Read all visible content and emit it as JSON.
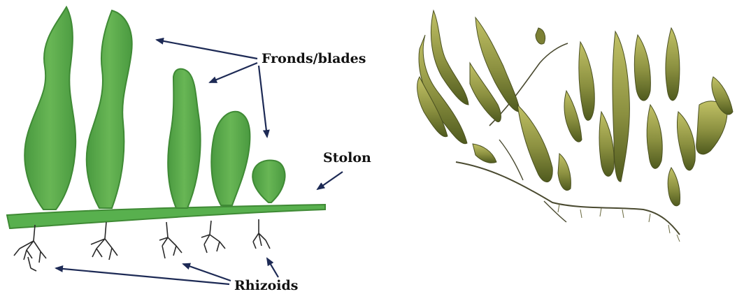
{
  "labels": {
    "fronds": "Fronds/blades",
    "stolon": "Stolon",
    "rhizoids": "Rhizoids"
  },
  "colors": {
    "frond_fill": "#5aa84a",
    "frond_edge": "#3f8a35",
    "stolon_fill": "#58b04e",
    "arrow": "#1d2a55",
    "rhizoid": "#2a2a2a",
    "photo_dark": "#5a6420",
    "photo_light": "#b3b85a"
  }
}
